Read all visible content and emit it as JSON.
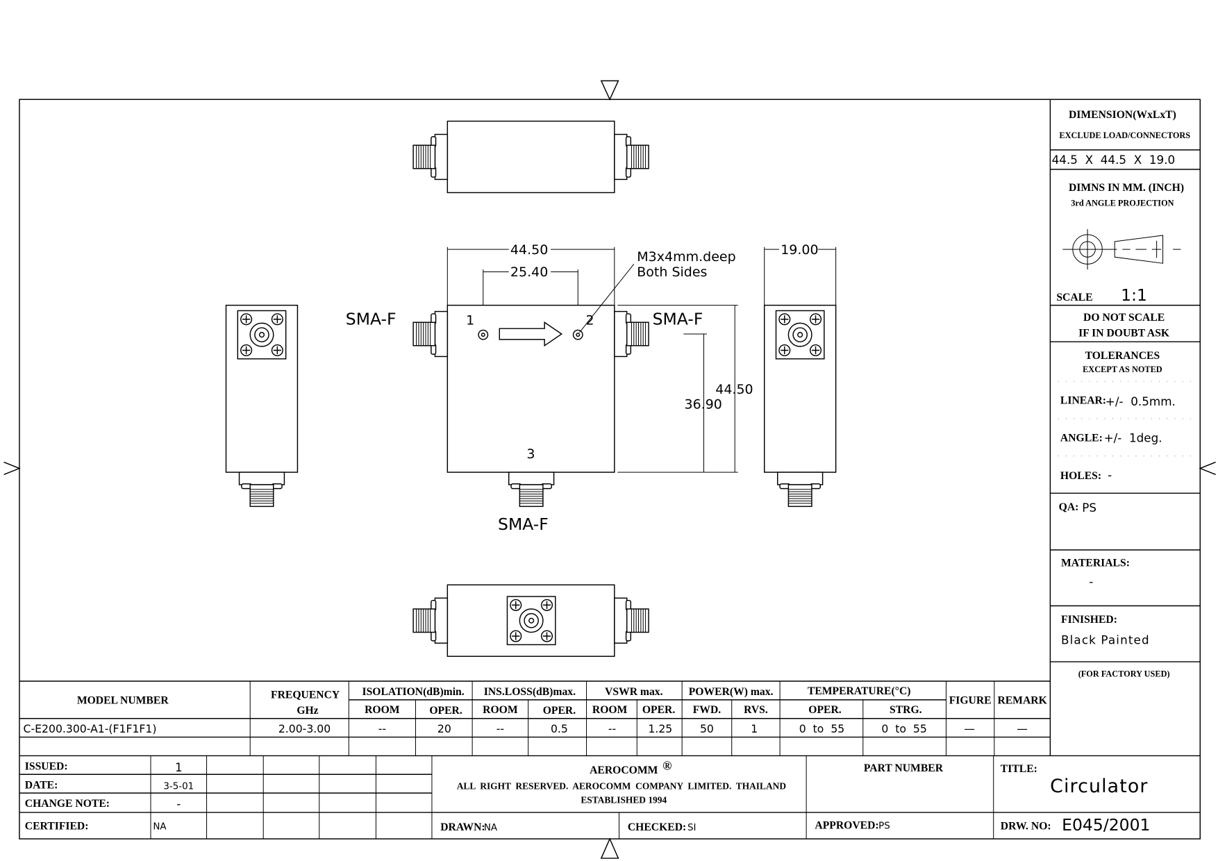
{
  "drawing": {
    "labels": {
      "sma_left": "SMA-F",
      "sma_right": "SMA-F",
      "sma_bottom": "SMA-F",
      "port1": "1",
      "port2": "2",
      "port3": "3",
      "dim_width": "44.50",
      "dim_hole_spacing": "25.40",
      "dim_thickness": "19.00",
      "dim_height": "44.50",
      "dim_port_height": "36.90",
      "note_line1": "M3x4mm.deep",
      "note_line2": "Both Sides"
    }
  },
  "side_panel": {
    "dimension_title": "DIMENSION(WxLxT)",
    "dimension_sub": "EXCLUDE LOAD/CONNECTORS",
    "dimension_value": "44.5  X  44.5  X  19.0",
    "units": "DIMNS  IN  MM.  (INCH)",
    "projection": "3rd  ANGLE  PROJECTION",
    "scale_label": "SCALE",
    "scale_value": "1:1",
    "do_not_scale_1": "DO  NOT  SCALE",
    "do_not_scale_2": "IF  IN  DOUBT  ASK",
    "tolerances": "TOLERANCES",
    "except": "EXCEPT  AS  NOTED",
    "linear_label": "LINEAR:",
    "linear_value": "+/-  0.5mm.",
    "angle_label": "ANGLE:",
    "angle_value": "+/-  1deg.",
    "holes_label": "HOLES:",
    "holes_value": "-",
    "qa_label": "QA:",
    "qa_value": "PS",
    "materials_label": "MATERIALS:",
    "materials_value": "-",
    "finished_label": "FINISHED:",
    "finished_value": "Black Painted",
    "factory": "(FOR  FACTORY  USED)"
  },
  "spec_table": {
    "headers": {
      "model": "MODEL  NUMBER",
      "freq1": "FREQUENCY",
      "freq2": "GHz",
      "isolation": "ISOLATION(dB)min.",
      "insloss": "INS.LOSS(dB)max.",
      "vswr": "VSWR  max.",
      "power": "POWER(W)  max.",
      "temp": "TEMPERATURE(°C)",
      "figure": "FIGURE",
      "remark": "REMARK",
      "room1": "ROOM",
      "oper1": "OPER.",
      "room2": "ROOM",
      "oper2": "OPER.",
      "room3": "ROOM",
      "oper3": "OPER.",
      "fwd": "FWD.",
      "rvs": "RVS.",
      "toper": "OPER.",
      "strg": "STRG."
    },
    "row": {
      "model": "C-E200.300-A1-(F1F1F1)",
      "freq": "2.00-3.00",
      "iso_room": "--",
      "iso_oper": "20",
      "il_room": "--",
      "il_oper": "0.5",
      "vswr_room": "--",
      "vswr_oper": "1.25",
      "fwd": "50",
      "rvs": "1",
      "temp_oper": "0  to  55",
      "temp_strg": "0  to  55",
      "figure": "—",
      "remark": "—"
    }
  },
  "title_block": {
    "issued_label": "ISSUED:",
    "issued_value": "1",
    "date_label": "DATE:",
    "date_value": "3-5-01",
    "change_label": "CHANGE  NOTE:",
    "change_value": "-",
    "certified_label": "CERTIFIED:",
    "certified_value": "NA",
    "company": "AEROCOMM",
    "registered": "®",
    "rights": "ALL  RIGHT  RESERVED.  AEROCOMM  COMPANY  LIMITED.  THAILAND",
    "established": "ESTABLISHED  1994",
    "drawn_label": "DRAWN:",
    "drawn_value": "NA",
    "checked_label": "CHECKED:",
    "checked_value": "SI",
    "part_number_label": "PART  NUMBER",
    "approved_label": "APPROVED:",
    "approved_value": "PS",
    "title_label": "TITLE:",
    "title_value": "Circulator",
    "drw_label": "DRW.  NO:",
    "drw_value": "E045/2001"
  }
}
